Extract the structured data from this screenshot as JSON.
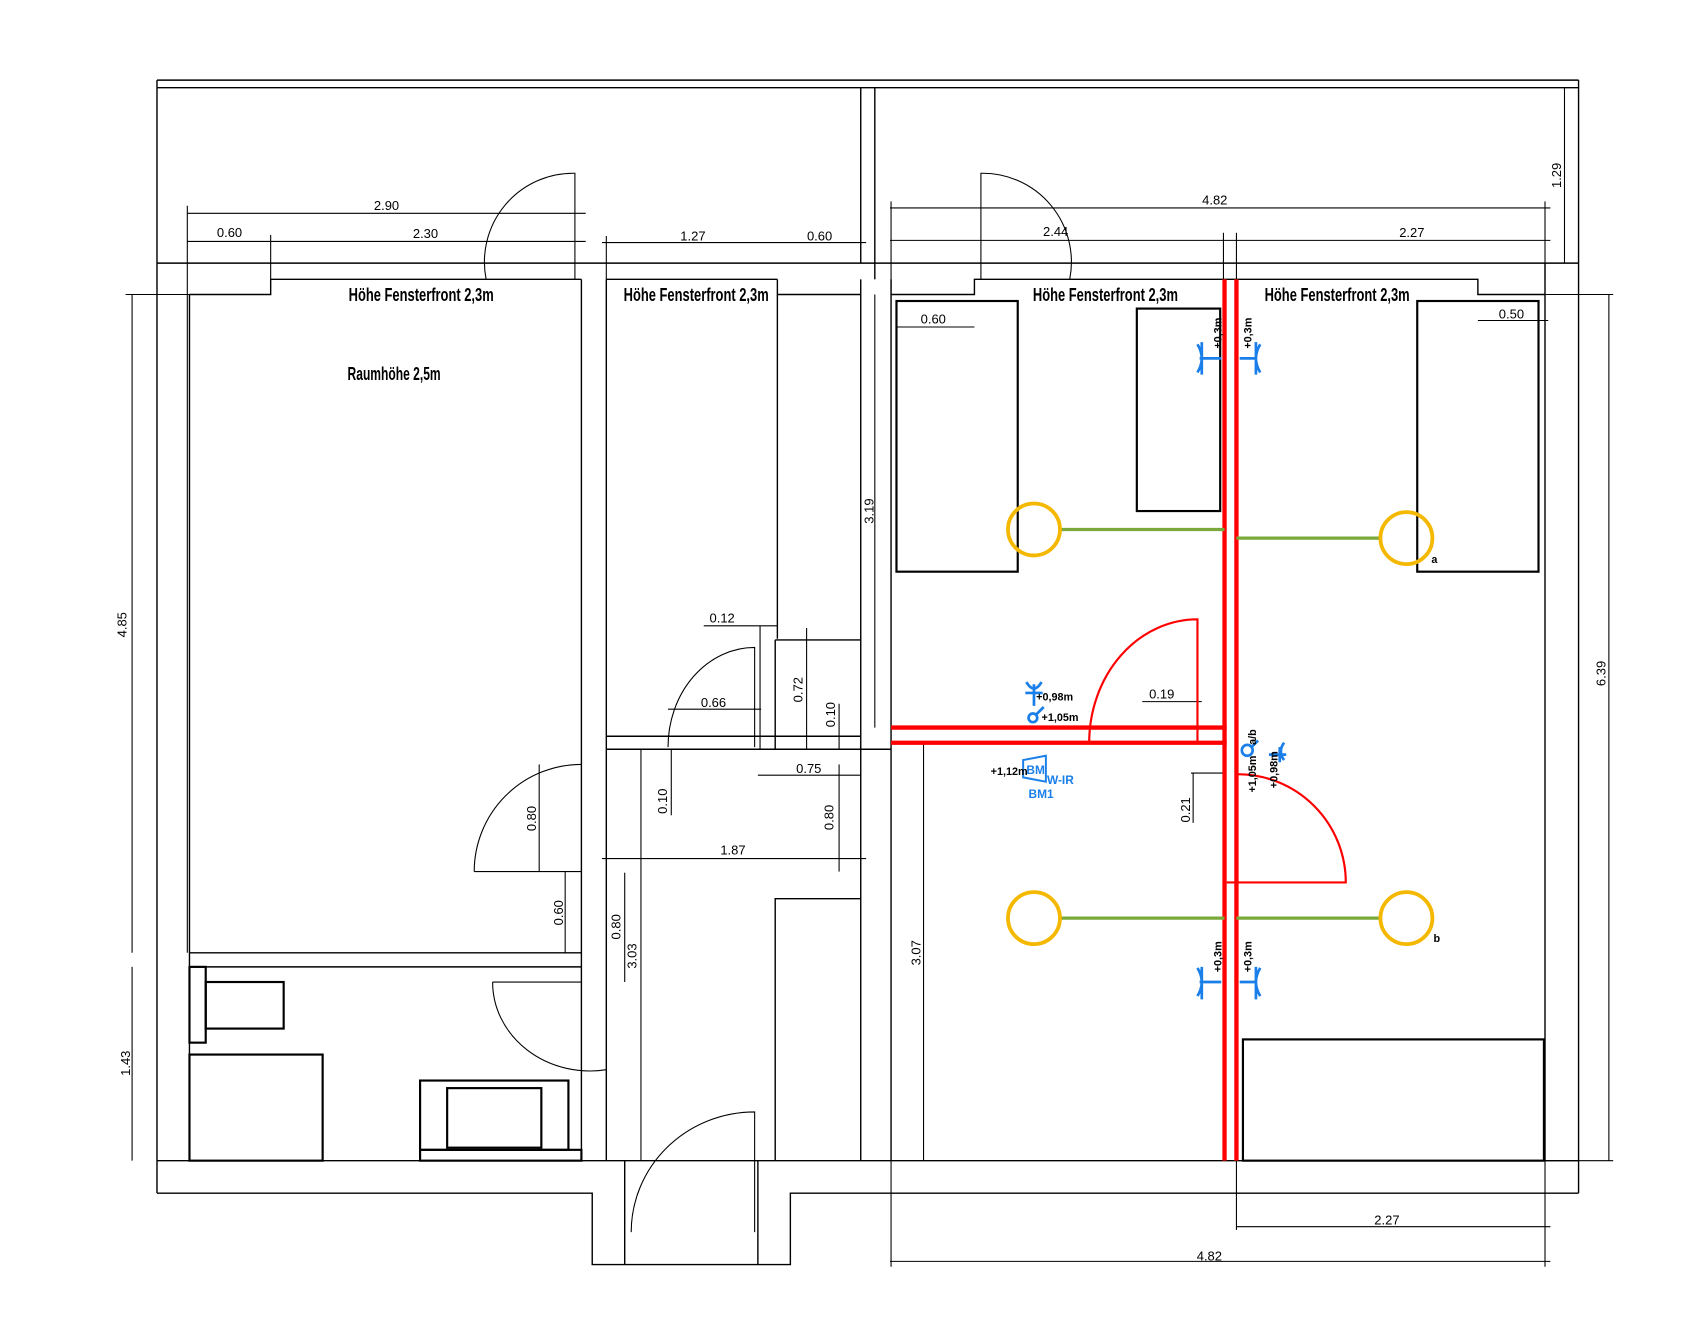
{
  "rooms": {
    "window_height_label": "Höhe Fensterfront 2,3m",
    "room_height_label": "Raumhöhe 2,5m"
  },
  "dimensions": {
    "top_left_total": "2.90",
    "top_left_a": "0.60",
    "top_left_b": "2.30",
    "top_mid_a": "1.27",
    "top_mid_b": "0.60",
    "top_right_total": "4.82",
    "top_right_a": "2.44",
    "top_right_b": "2.27",
    "balcony_depth": "1.29",
    "bed_left_offset": "0.60",
    "bed_right_offset": "0.50",
    "left_height": "4.85",
    "right_upper_height": "3.19",
    "right_total_height": "6.39",
    "mid_012": "0.12",
    "mid_072": "0.72",
    "mid_066": "0.66",
    "mid_010a": "0.10",
    "mid_075": "0.75",
    "mid_010b": "0.10",
    "left_080": "0.80",
    "mid_080": "0.80",
    "corridor_187": "1.87",
    "left_060": "0.60",
    "corr_080": "0.80",
    "corr_303": "3.03",
    "right_lower_height": "3.07",
    "left_lower_height": "1.43",
    "door_019": "0.19",
    "door_021": "0.21",
    "bottom_right_a": "2.27",
    "bottom_right_total": "4.82"
  },
  "electrical": {
    "socket_height_a": "+0,98m",
    "switch_height_a": "+1,05m",
    "detector_height": "+1,12m",
    "detector_code": "BM",
    "detector_type": "W-IR",
    "detector_id": "BM1",
    "switch_type": "a/b",
    "switch_height_b": "+1,05m",
    "socket_height_b": "+0,98m",
    "socket_low": "+0,3m",
    "light_a": "a",
    "light_b": "b"
  },
  "colors": {
    "pipe": "#ff0000",
    "cable": "#7aa83a",
    "light": "#f5b800",
    "electrical": "#1a7fe8"
  }
}
